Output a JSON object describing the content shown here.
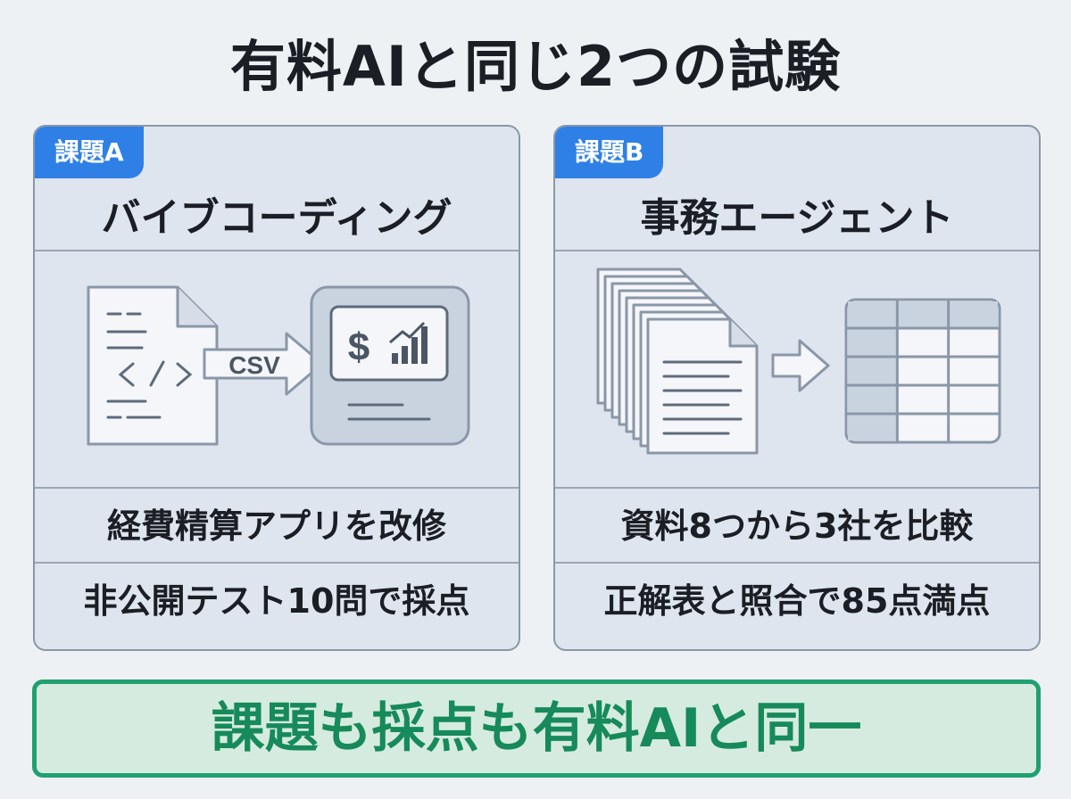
{
  "title": "有料AIと同じ2つの試験",
  "task_a": {
    "tag": "課題A",
    "title": "バイブコーディング",
    "arrow_label": "CSV",
    "line1": "経費精算アプリを改修",
    "line2": "非公開テスト10問で採点",
    "icons": [
      "code-file-icon",
      "arrow-icon",
      "expense-app-icon"
    ]
  },
  "task_b": {
    "tag": "課題B",
    "title": "事務エージェント",
    "line1": "資料8つから3社を比較",
    "line2": "正解表と照合で85点満点",
    "icons": [
      "document-stack-icon",
      "arrow-icon",
      "table-icon"
    ]
  },
  "banner": "課題も採点も有料AIと同一",
  "colors": {
    "tag": "#2f80e6",
    "card": "#dfe5ee",
    "banner_bg": "#d6ebdf",
    "banner_border": "#20a070",
    "banner_text": "#168a5a"
  }
}
